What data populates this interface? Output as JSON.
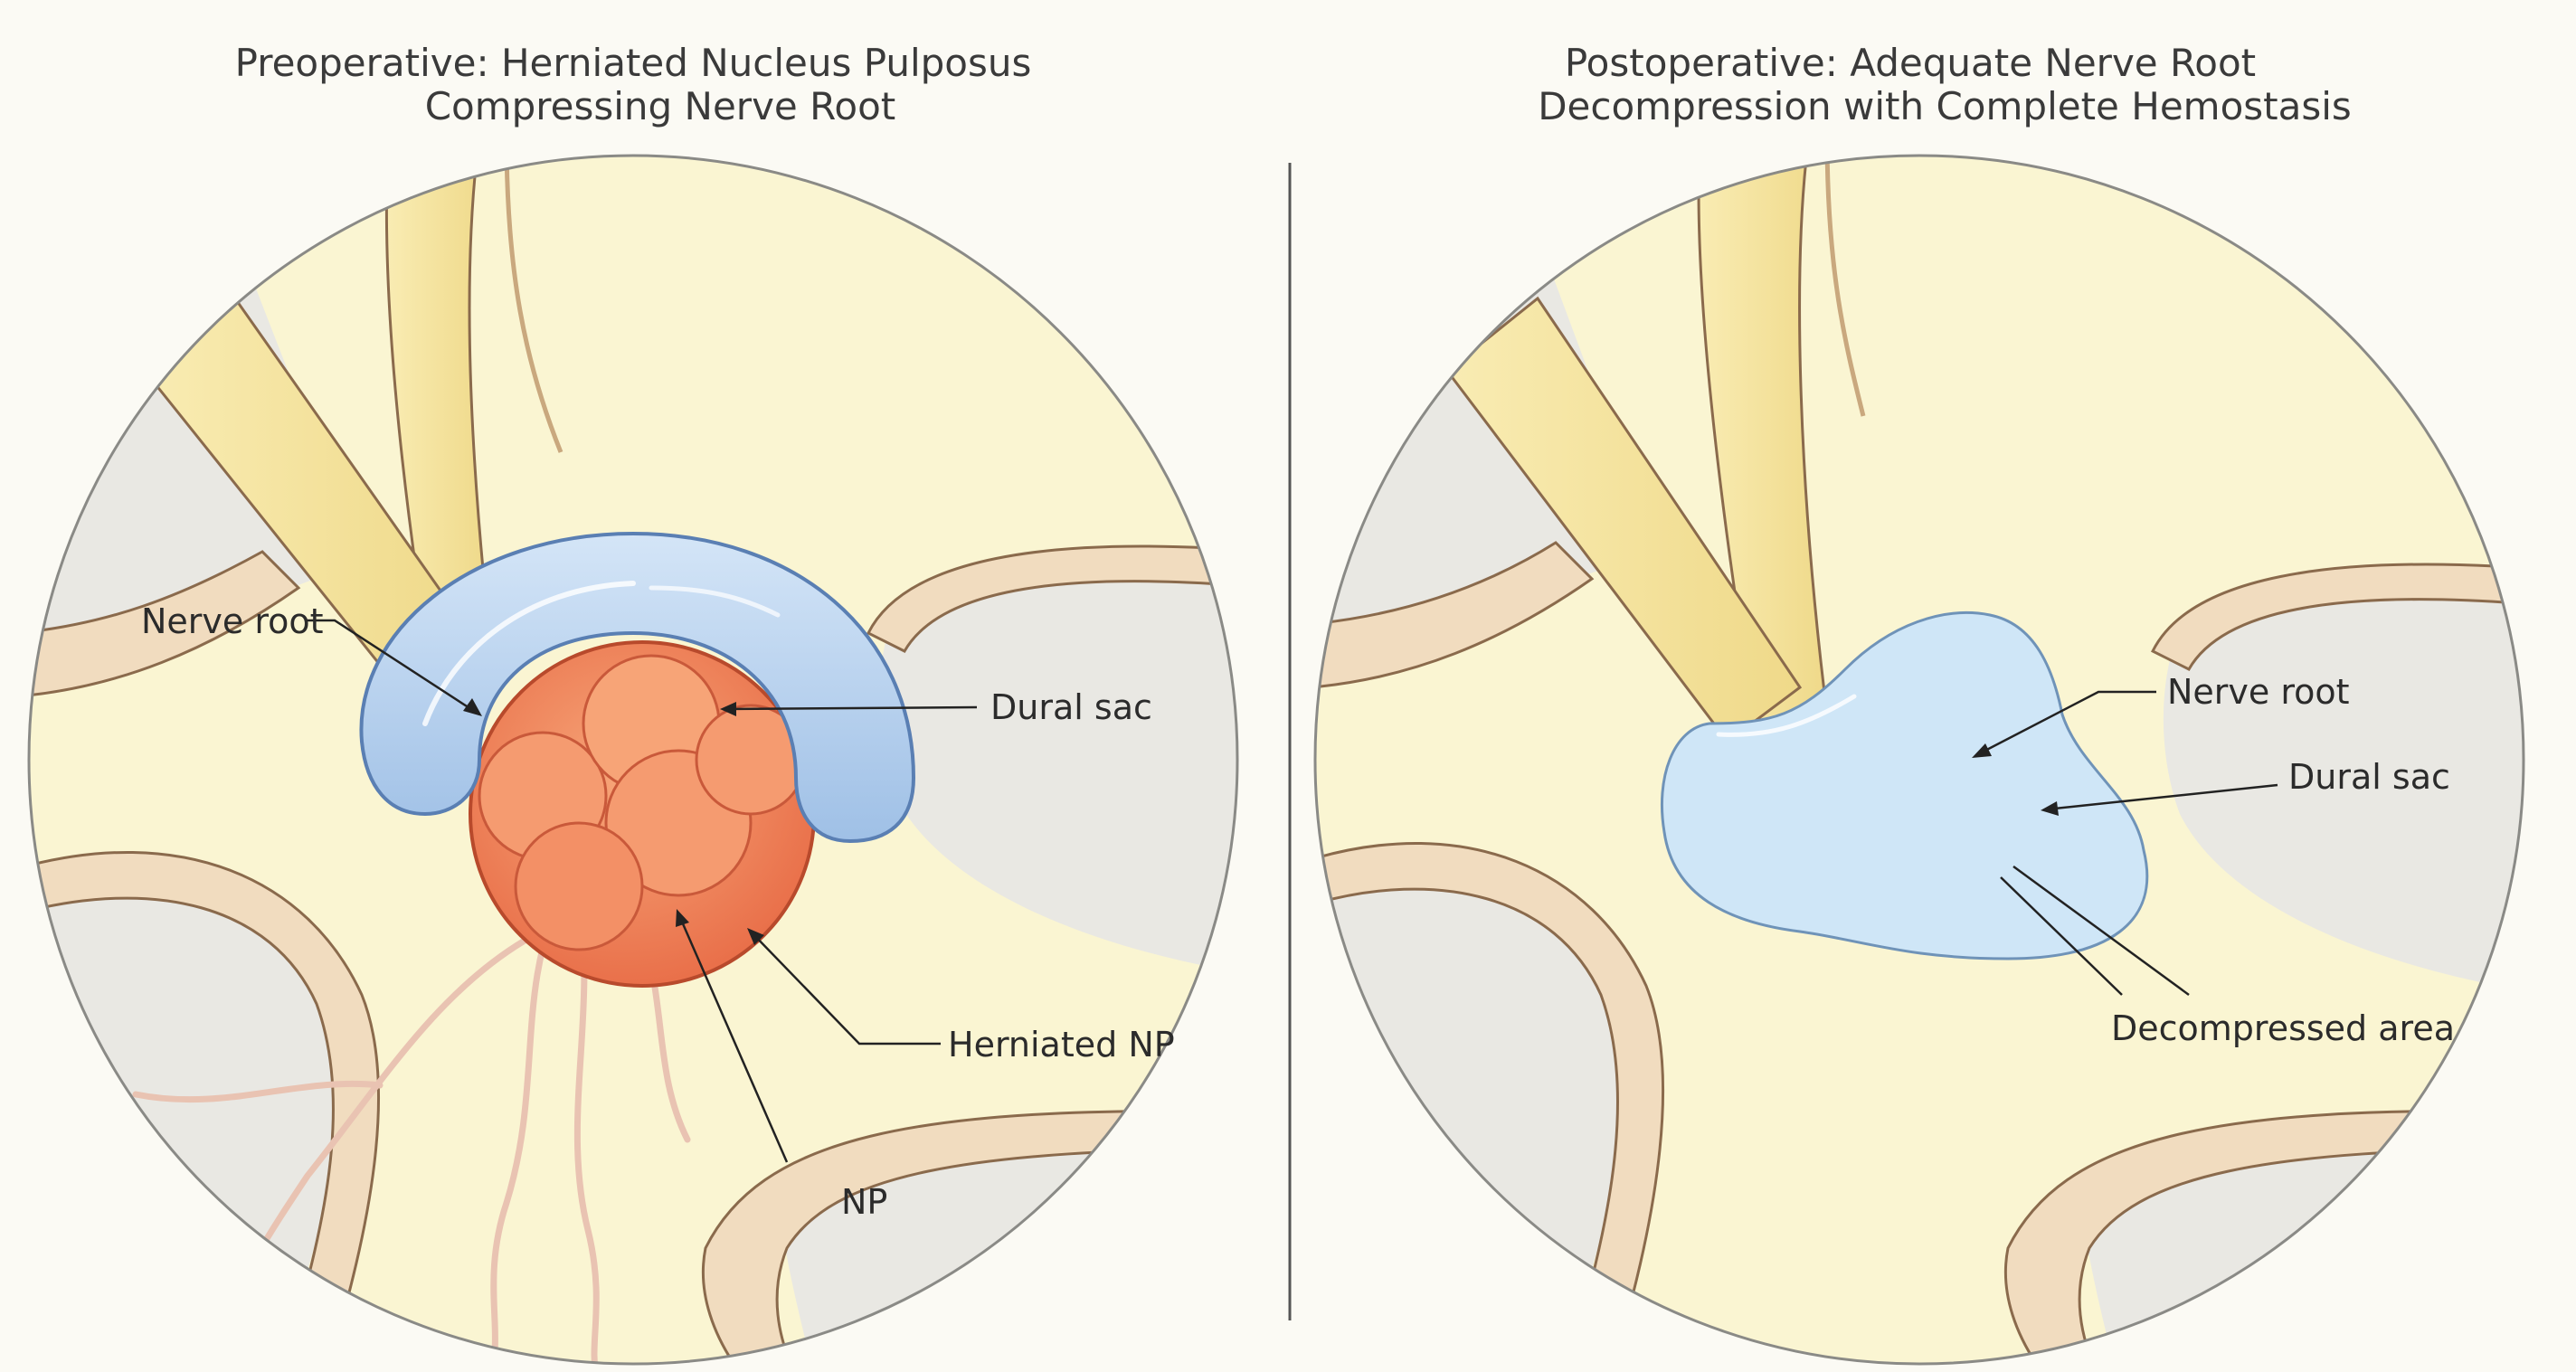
{
  "panels": {
    "preoperative": {
      "title_line1": "Preoperative: Herniated Nucleus Pulposus",
      "title_line2": "Compressing Nerve Root",
      "labels": {
        "nerve_root": "Nerve root",
        "dural_sac": "Dural sac",
        "herniated_np": "Herniated NP",
        "np": "NP"
      }
    },
    "postoperative": {
      "title_line1": "Postoperative: Adequate Nerve Root",
      "title_line2": "Decompression with Complete Hemostasis",
      "labels": {
        "nerve_root": "Nerve root",
        "dural_sac": "Dural sac",
        "decompressed_area": "Decompressed area"
      }
    }
  },
  "colors": {
    "background": "#fbfaf4",
    "tissue": "#faf5d2",
    "bone_band": "#f1dcbf",
    "bone_outline": "#8a6a4c",
    "void": "#e9e8e3",
    "nerve": "#f6e7a4",
    "dural_sac_pre": "#a9c8ea",
    "dural_sac_post": "#cfe6f7",
    "herniated_np": "#ef8a5c",
    "vessel": "#f2d3c6"
  }
}
